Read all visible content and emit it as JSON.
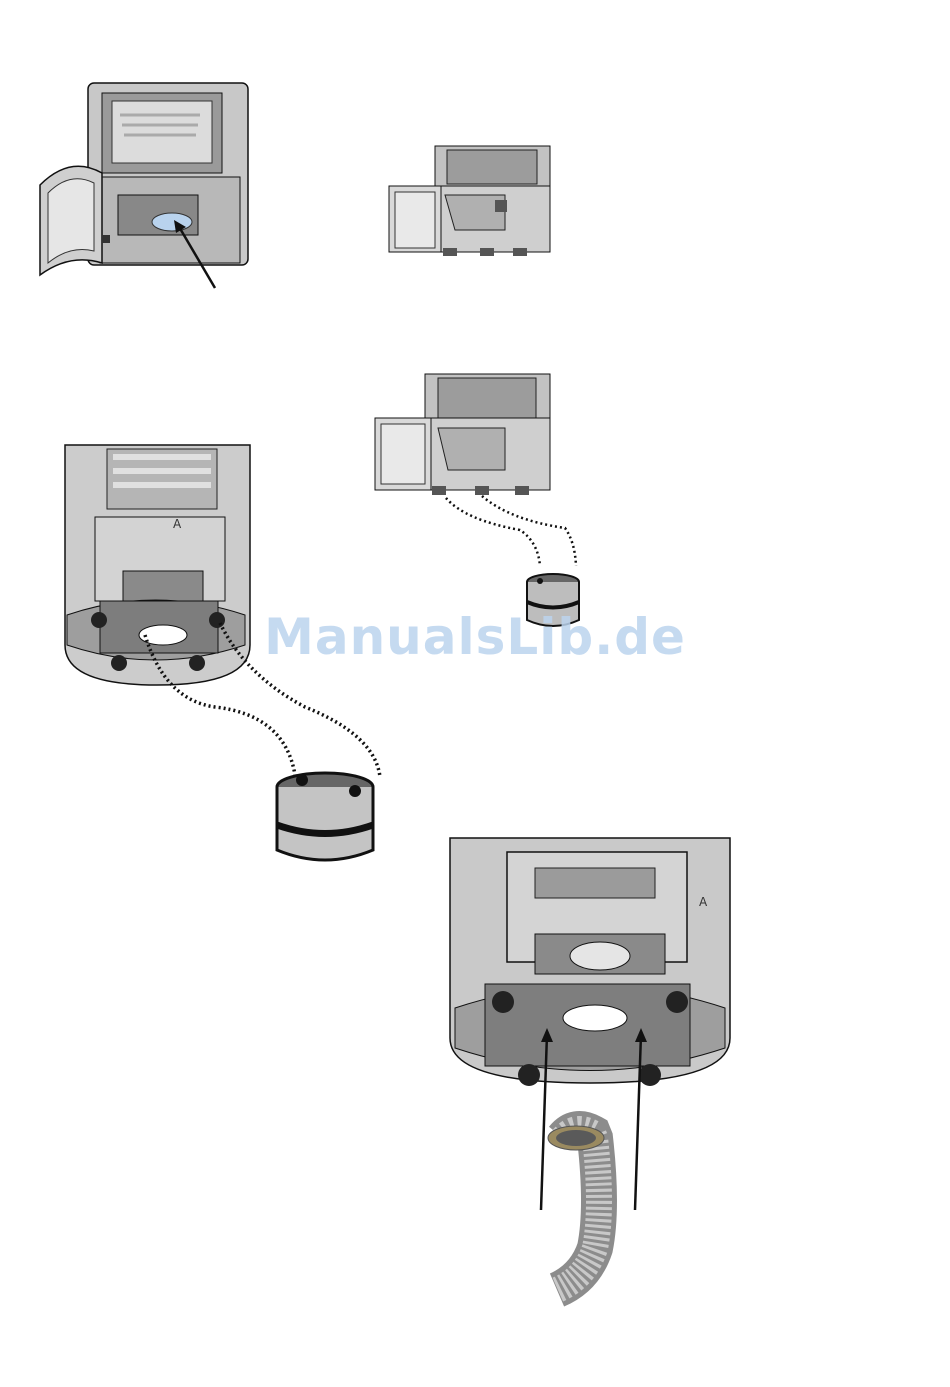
{
  "watermark": "ManualsLib.de",
  "figures": {
    "stove_door_open": {},
    "stove_front_small": {},
    "stove_front_connector": {},
    "stove_bottom_view": {
      "label": "A"
    },
    "stove_bottom_hose": {
      "label": "A"
    }
  },
  "colors": {
    "metal_light": "#d8d8d8",
    "metal_mid": "#a9a9a9",
    "metal_dark": "#6e6e6e",
    "outline": "#111111",
    "highlight": "#b9d3ee"
  }
}
